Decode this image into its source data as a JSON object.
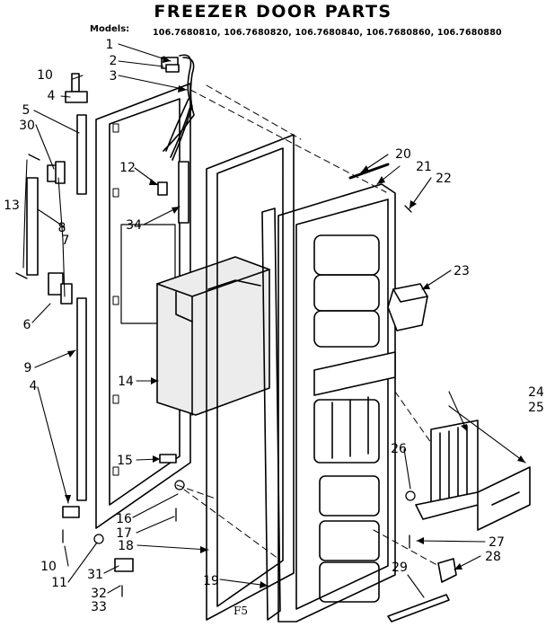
{
  "title": "FREEZER DOOR PARTS",
  "models_label": "Models:",
  "models": "106.7680810, 106.7680820, 106.7680840, 106.7680860, 106.7680880",
  "footer_code": "F5",
  "callouts": [
    "1",
    "2",
    "3",
    "4",
    "5",
    "30",
    "10",
    "12",
    "13",
    "8",
    "7",
    "34",
    "6",
    "9",
    "4",
    "14",
    "15",
    "16",
    "17",
    "18",
    "10",
    "11",
    "31",
    "32",
    "33",
    "19",
    "20",
    "21",
    "22",
    "23",
    "24",
    "25",
    "26",
    "27",
    "28",
    "29"
  ]
}
